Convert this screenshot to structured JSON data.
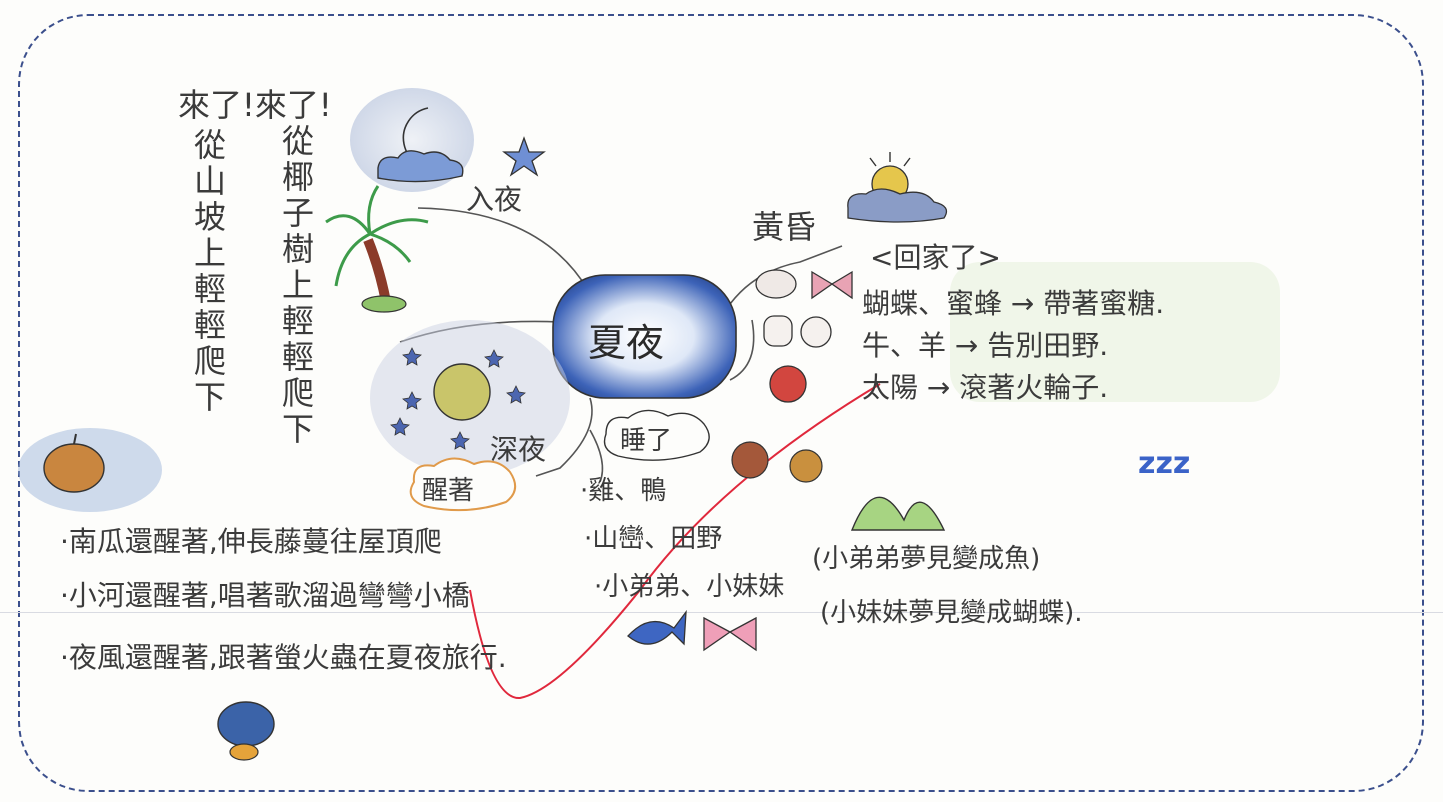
{
  "title_shout": "來了!來了!",
  "col_hill": "從山坡上輕輕爬下",
  "col_coconut": "從椰子樹上輕輕爬下",
  "center_topic": "夏夜",
  "branch_night_fall": "入夜",
  "branch_dusk": "黃昏",
  "branch_deep_night": "深夜",
  "dusk_label": "<回家了>",
  "dusk_lines": [
    "蝴蝶、蜜蜂 → 帶著蜜糖.",
    "牛、羊 → 告別田野.",
    "太陽 → 滾著火輪子."
  ],
  "sleep_label": "睡了",
  "awake_label": "醒著",
  "sleep_items": [
    "·雞、鴨",
    "·山巒、田野",
    "·小弟弟、小妹妹"
  ],
  "dream_brother": "(小弟弟夢見變成魚)",
  "dream_sister": "(小妹妹夢見變成蝴蝶).",
  "awake_lines": [
    "·南瓜還醒著,伸長藤蔓往屋頂爬",
    "·小河還醒著,唱著歌溜過彎彎小橋",
    "·夜風還醒著,跟著螢火蟲在夏夜旅行."
  ],
  "zzz": "zzz",
  "colors": {
    "border": "#3b4f8c",
    "center_blue": "#3d63b8",
    "red_line": "#e0283c",
    "palm": "#3d9b4a"
  }
}
